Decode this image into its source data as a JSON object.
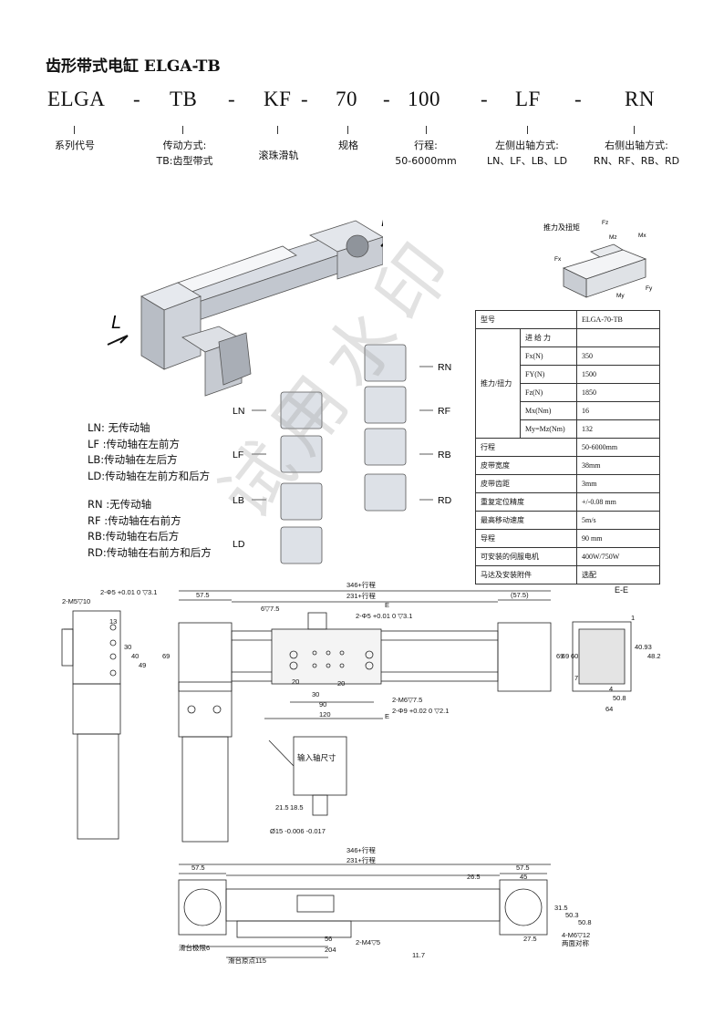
{
  "title": "齿形带式电缸 ELGA-TB",
  "code": {
    "segments": [
      "ELGA",
      "-",
      "TB",
      "-",
      "KF",
      "-",
      "70",
      "-",
      "100",
      "-",
      "LF",
      "-",
      "RN"
    ]
  },
  "captions": [
    {
      "l1": "系列代号",
      "l2": ""
    },
    {
      "l1": "传动方式:",
      "l2": "TB:齿型带式"
    },
    {
      "l1": "滚珠滑轨",
      "l2": ""
    },
    {
      "l1": "规格",
      "l2": ""
    },
    {
      "l1": "行程:",
      "l2": "50-6000mm"
    },
    {
      "l1": "左侧出轴方式:",
      "l2": "LN、LF、LB、LD"
    },
    {
      "l1": "右侧出轴方式:",
      "l2": "RN、RF、RB、RD"
    }
  ],
  "figure": {
    "arrow_R": "R",
    "arrow_L": "L",
    "force_title": "推力及扭矩",
    "force_labels": [
      "Fz",
      "Mz",
      "Mx",
      "Fx",
      "My",
      "Fy"
    ],
    "motor_labels_left": [
      "LN",
      "LF",
      "LB",
      "LD"
    ],
    "motor_labels_right": [
      "RN",
      "RF",
      "RB",
      "RD"
    ]
  },
  "legend": [
    "LN: 无传动轴",
    "LF :传动轴在左前方",
    "LB:传动轴在左后方",
    "LD:传动轴在左前方和后方",
    "",
    "RN :无传动轴",
    "RF :传动轴在右前方",
    "RB:传动轴在右后方",
    "RD:传动轴在右前方和后方"
  ],
  "spec": {
    "header": [
      "型号",
      "ELGA-70-TB"
    ],
    "force_group": "推力/扭力",
    "force_head": "进 给 力",
    "force_rows": [
      [
        "Fx(N)",
        "350"
      ],
      [
        "FY(N)",
        "1500"
      ],
      [
        "Fz(N)",
        "1850"
      ],
      [
        "Mx(Nm)",
        "16"
      ],
      [
        "My=Mz(Nm)",
        "132"
      ]
    ],
    "rows": [
      [
        "行程",
        "50-6000mm"
      ],
      [
        "皮带宽度",
        "38mm"
      ],
      [
        "皮带齿距",
        "3mm"
      ],
      [
        "重复定位精度",
        "+/-0.08 mm"
      ],
      [
        "最高移动速度",
        "5m/s"
      ],
      [
        "导程",
        "90 mm"
      ],
      [
        "可安装的伺服电机",
        "400W/750W"
      ],
      [
        "马达及安装附件",
        "选配"
      ]
    ]
  },
  "drawing": {
    "d346": "346+行程",
    "d231": "231+行程",
    "d575": "57.5",
    "d575p": "(57.5)",
    "m5": "2-M5▽10",
    "phi5": "2-Φ5 +0.01 0 ▽3.1",
    "phi5b": "2-Φ5 +0.01 0 ▽3.1",
    "m6": "2-M6▽7.5",
    "phi9": "2-Φ9 +0.02 0 ▽2.1",
    "m6t": "6▽7.5",
    "n13": "13",
    "n30": "30",
    "n40": "40",
    "n49": "49",
    "n69": "69",
    "n20": "20",
    "n90": "90",
    "n120": "120",
    "n30b": "30",
    "n20b": "20",
    "E": "E",
    "EE": "E-E",
    "input": "输入轴尺寸",
    "n215": "21.5",
    "n185": "18.5",
    "phi15": "Ø15 -0.006 -0.017",
    "ee": [
      "69",
      "60",
      "40.93",
      "48.2",
      "50.8",
      "64",
      "4",
      "1",
      "7"
    ],
    "bot_45": "45",
    "bot_265": "26.5",
    "bot_315": "31.5",
    "bot_503": "50.3",
    "bot_508": "50.8",
    "bot_275": "27.5",
    "bot_56": "56",
    "bot_204": "204",
    "bot_m4": "2-M4▽5",
    "bot_117": "11.7",
    "bot_m6": "4-M6▽12",
    "bot_m6b": "两面对称",
    "slide_limit": "滑台极限6",
    "slide_origin": "滑台原点115"
  },
  "watermark": "试用水印"
}
